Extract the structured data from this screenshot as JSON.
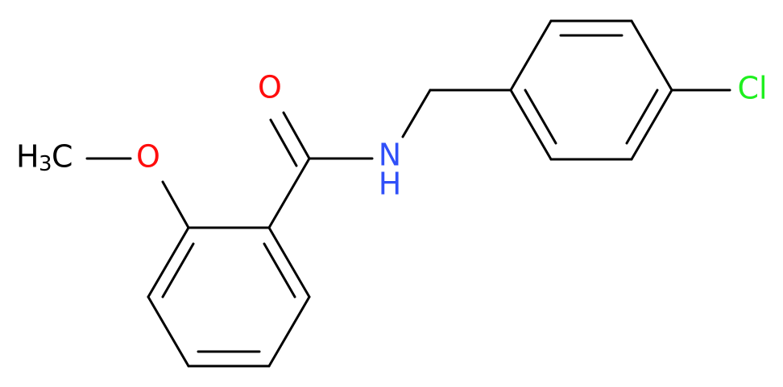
{
  "molecule": {
    "atom_labels": {
      "oxygen_carbonyl": "O",
      "oxygen_methoxy": "O",
      "nitrogen": "N",
      "nitrogen_h": "H",
      "chlorine": "Cl",
      "methyl_h": "H",
      "methyl_sub": "3",
      "methyl_c": "C"
    },
    "colors": {
      "bond": "#000000",
      "oxygen": "#ff0d0d",
      "nitrogen": "#3050f8",
      "chlorine": "#1ff01f",
      "carbon": "#000000"
    }
  }
}
